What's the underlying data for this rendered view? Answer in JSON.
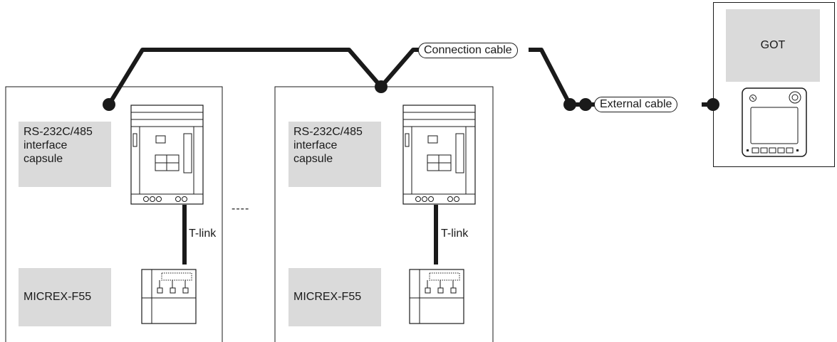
{
  "got": {
    "label": "GOT"
  },
  "cables": {
    "connection": "Connection cable",
    "external": "External cable"
  },
  "stations": [
    {
      "interface_label": "RS-232C/485\ninterface\ncapsule",
      "link_label": "T-link",
      "controller_label": "MICREX-F55"
    },
    {
      "interface_label": "RS-232C/485\ninterface\ncapsule",
      "link_label": "T-link",
      "controller_label": "MICREX-F55"
    }
  ],
  "separator": "----",
  "colors": {
    "line": "#1a1a1a",
    "label_bg": "#dadada"
  }
}
